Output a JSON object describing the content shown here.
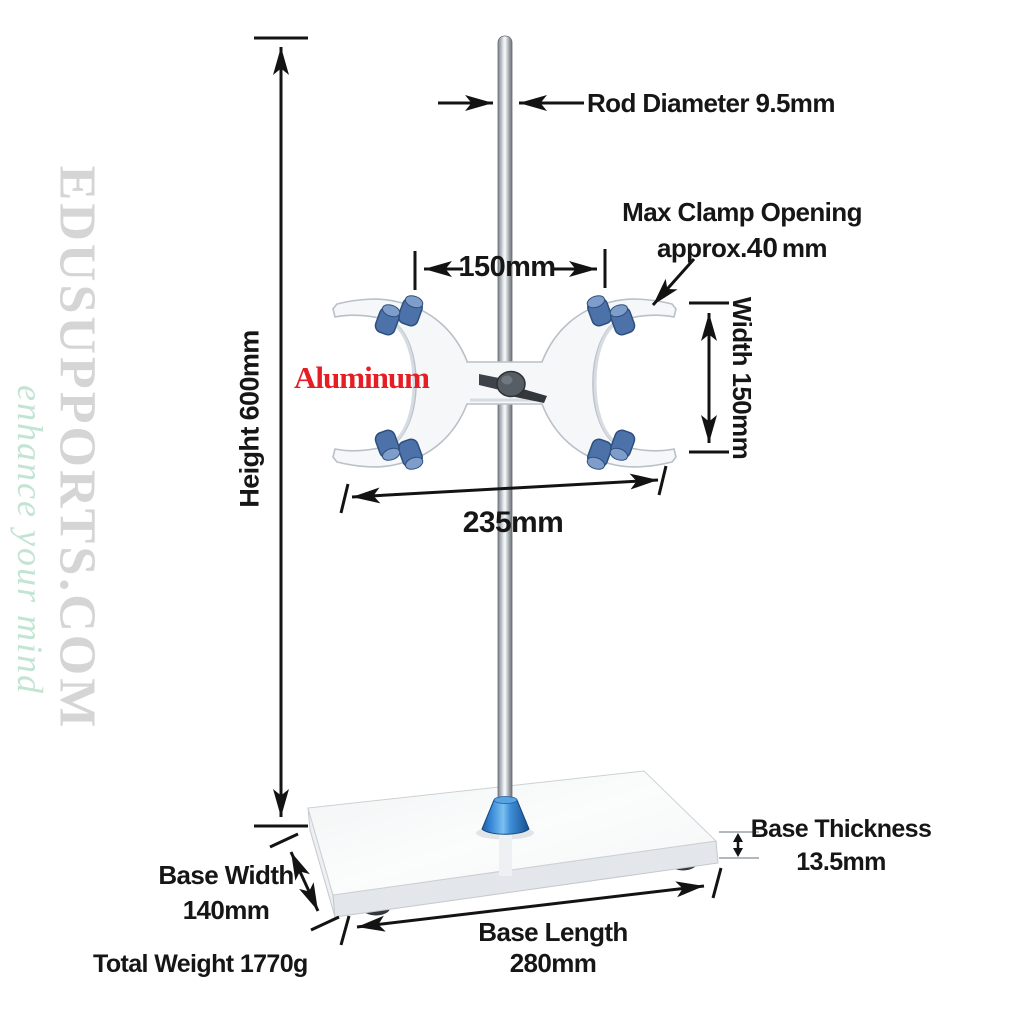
{
  "diagram": {
    "annotations": {
      "rod_diameter": "Rod Diameter 9.5mm",
      "max_clamp_opening": {
        "line1": "Max Clamp Opening",
        "prefix": "approx.",
        "value": "40",
        "unit": "mm"
      },
      "clamp_jaw_spacing": "150mm",
      "clamp_width": "Width 150mm",
      "material": "Aluminum",
      "clamp_overall_width": "235mm",
      "height": "Height 600mm",
      "base_width": {
        "line1": "Base Width",
        "line2": "140mm"
      },
      "base_length": {
        "line1": "Base Length",
        "line2": "280mm"
      },
      "base_thickness": {
        "line1": "Base Thickness",
        "line2": "13.5mm"
      },
      "total_weight": "Total Weight 1770g"
    },
    "watermark": {
      "brand": "EDUSUPPORTS.COM",
      "tagline": "enhance your mind"
    },
    "colors": {
      "annotation_black": "#161616",
      "material_red": "#e41e24",
      "grip_blue": "#4d72a9",
      "boss_blue": "#2a7fd3",
      "rod_gray": "#c6cbcf",
      "base_white": "#f7f8f9",
      "watermark_gray": "#d5d5d5",
      "tagline_green": "#c2e4d2"
    }
  }
}
